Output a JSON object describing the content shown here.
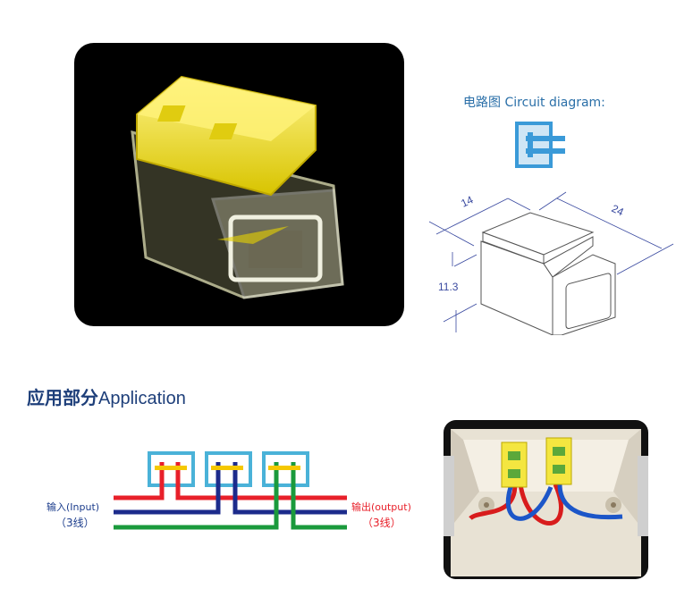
{
  "product_photo": {
    "label": "connector-photo"
  },
  "circuit": {
    "title": "电路图 Circuit diagram:",
    "dimensions": {
      "width": "14",
      "length": "24",
      "height": "11.3"
    }
  },
  "application": {
    "title_cn": "应用部分",
    "title_en": "Application",
    "input_label": "输入(Input)",
    "input_count": "（3线）",
    "output_label": "输出(output)",
    "output_count": "（3线）"
  },
  "colors": {
    "red": "#e8202a",
    "blue": "#1c2b8c",
    "green": "#1a9a3c",
    "box": "#4ab2d8",
    "yellow": "#f5c800"
  }
}
